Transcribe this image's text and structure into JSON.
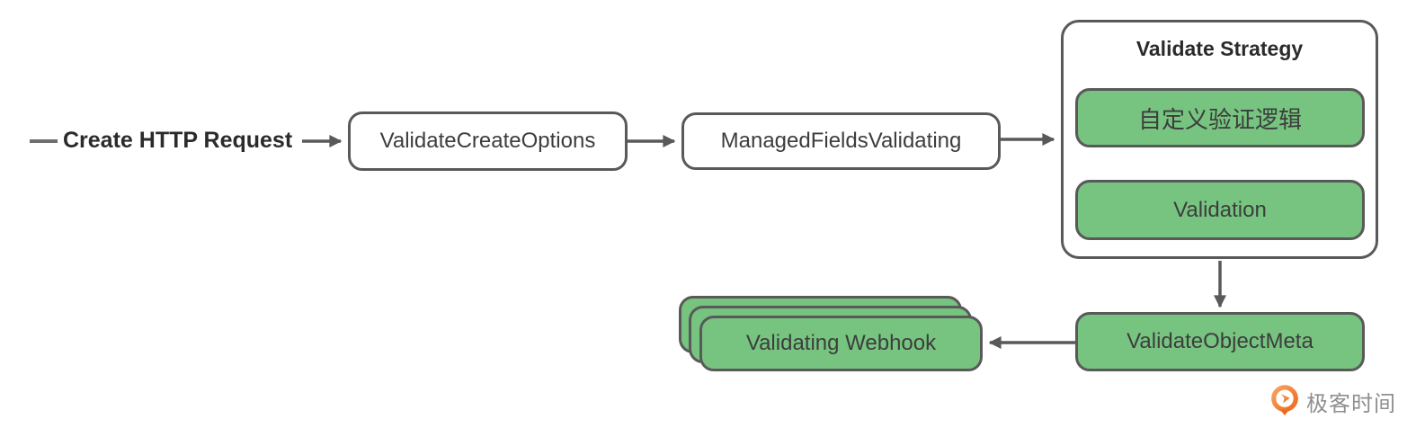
{
  "entry_label": "Create HTTP Request",
  "nodes": {
    "validate_create_options": "ValidateCreateOptions",
    "managed_fields_validating": "ManagedFieldsValidating",
    "validate_strategy_title": "Validate Strategy",
    "custom_validation_logic": "自定义验证逻辑",
    "validation": "Validation",
    "validate_object_meta": "ValidateObjectMeta",
    "validating_webhook": "Validating Webhook"
  },
  "brand": {
    "name": "极客时间"
  },
  "colors": {
    "node_green": "#76c480",
    "node_border": "#595959",
    "arrow": "#595959",
    "text_dark": "#3d3d3d",
    "heading_dark": "#2b2b2b",
    "dash_gray": "#6e6e6e",
    "brand_orange": "#ee7829",
    "brand_text": "#8f8f8f",
    "node_white": "#ffffff"
  }
}
